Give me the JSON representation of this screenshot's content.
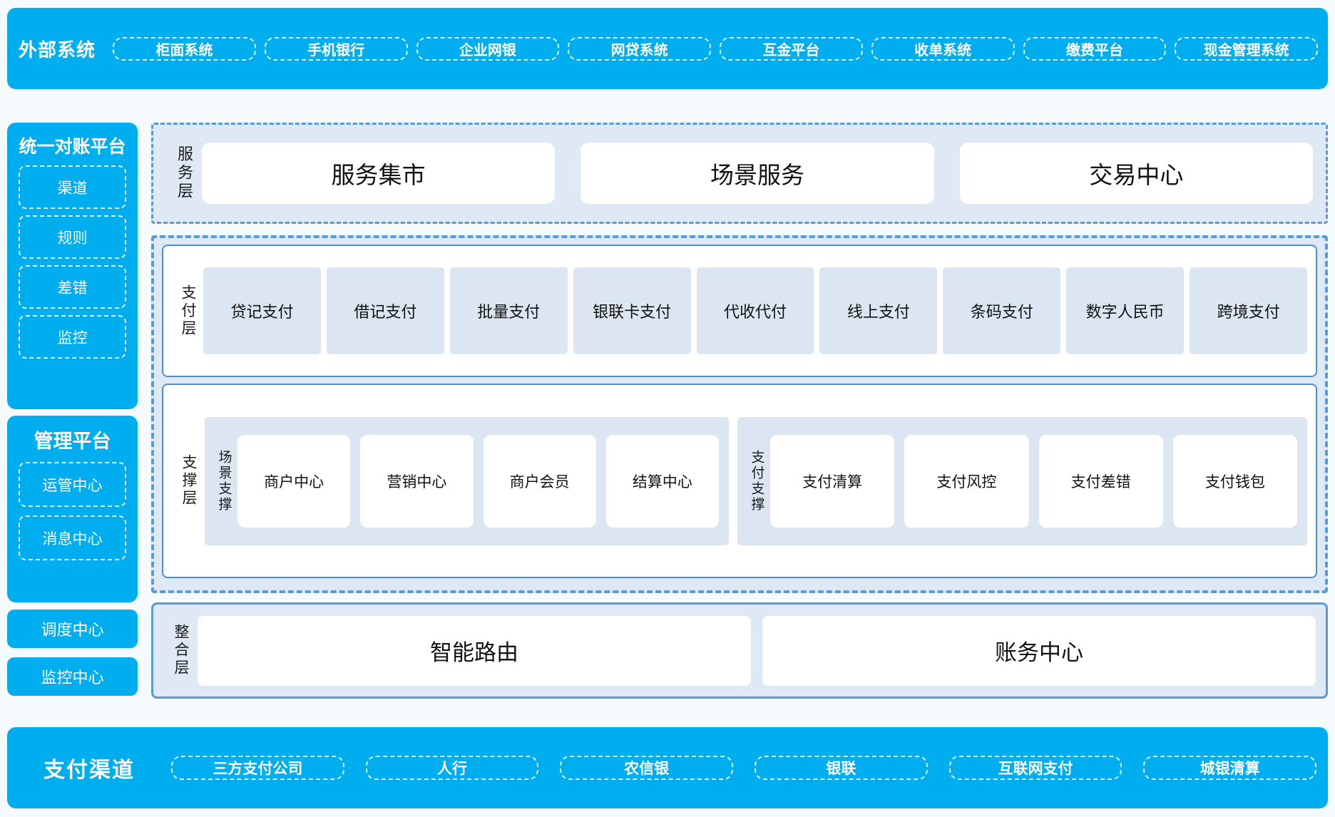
{
  "colors": {
    "brand_cyan": "#00AEEF",
    "panel_blue": "#dfe9f6",
    "border_blue": "#5b9bd5",
    "item_blue": "#dce6f2",
    "page_bg": "#f5fafd"
  },
  "external_systems": {
    "title": "外部系统",
    "items": [
      "柜面系统",
      "手机银行",
      "企业网银",
      "网贷系统",
      "互金平台",
      "收单系统",
      "缴费平台",
      "现金管理系统"
    ]
  },
  "sidebar": {
    "recon_platform": {
      "title": "统一对账平台",
      "items": [
        "渠道",
        "规则",
        "差错",
        "监控"
      ]
    },
    "admin_platform": {
      "title": "管理平台",
      "items": [
        "运管中心",
        "消息中心"
      ]
    },
    "standalone": [
      "调度中心",
      "监控中心"
    ]
  },
  "service_layer": {
    "label": "服务层",
    "items": [
      "服务集市",
      "场景服务",
      "交易中心"
    ]
  },
  "payment_layer": {
    "label": "支付层",
    "items": [
      "贷记支付",
      "借记支付",
      "批量支付",
      "银联卡支付",
      "代收代付",
      "线上支付",
      "条码支付",
      "数字人民币",
      "跨境支付"
    ]
  },
  "support_layer": {
    "label": "支撑层",
    "groups": [
      {
        "label": "场景支撑",
        "items": [
          "商户中心",
          "营销中心",
          "商户会员",
          "结算中心"
        ]
      },
      {
        "label": "支付支撑",
        "items": [
          "支付清算",
          "支付风控",
          "支付差错",
          "支付钱包"
        ]
      }
    ]
  },
  "integration_layer": {
    "label": "整合层",
    "items": [
      "智能路由",
      "账务中心"
    ]
  },
  "payment_channels": {
    "title": "支付渠道",
    "items": [
      "三方支付公司",
      "人行",
      "农信银",
      "银联",
      "互联网支付",
      "城银清算"
    ]
  }
}
